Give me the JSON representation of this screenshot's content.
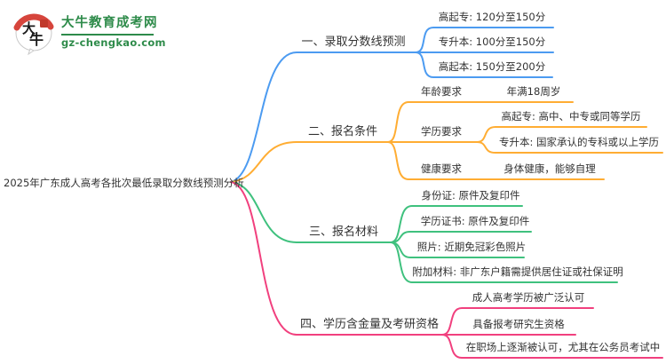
{
  "logo": {
    "icon_text": "大牛",
    "title": "大牛教育成考网",
    "domain": "gz-chengkao.com",
    "brand_green": "#2E8B4A",
    "brand_red": "#D6453C"
  },
  "mindmap": {
    "root": {
      "label": "2025年广东成人高考各批次最低录取分数线预测分析"
    },
    "branches": [
      {
        "label": "一、录取分数线预测",
        "color": "#4C9BF1",
        "children": [
          {
            "label": "高起专: 120分至150分"
          },
          {
            "label": "专升本: 100分至150分"
          },
          {
            "label": "高起本: 150分至200分"
          }
        ]
      },
      {
        "label": "二、报名条件",
        "color": "#FFAD33",
        "children": [
          {
            "label": "年龄要求",
            "children": [
              {
                "label": "年满18周岁"
              }
            ]
          },
          {
            "label": "学历要求",
            "children": [
              {
                "label": "高起专: 高中、中专或同等学历"
              },
              {
                "label": "专升本: 国家承认的专科或以上学历"
              }
            ]
          },
          {
            "label": "健康要求",
            "children": [
              {
                "label": "身体健康，能够自理"
              }
            ]
          }
        ]
      },
      {
        "label": "三、报名材料",
        "color": "#3FC17E",
        "children": [
          {
            "label": "身份证: 原件及复印件"
          },
          {
            "label": "学历证书: 原件及复印件"
          },
          {
            "label": "照片: 近期免冠彩色照片"
          },
          {
            "label": "附加材料: 非广东户籍需提供居住证或社保证明"
          }
        ]
      },
      {
        "label": "四、学历含金量及考研资格",
        "color": "#F1407E",
        "children": [
          {
            "label": "成人高考学历被广泛认可"
          },
          {
            "label": "具备报考研究生资格"
          },
          {
            "label": "在职场上逐渐被认可，尤其在公务员考试中"
          }
        ]
      }
    ]
  }
}
